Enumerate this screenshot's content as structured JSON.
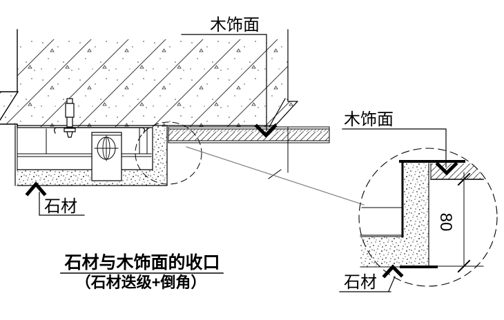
{
  "figure": {
    "label_wood_veneer": "木饰面",
    "label_stone": "石材",
    "detail_label_wood_veneer": "木饰面",
    "detail_label_stone": "石材",
    "dimension_value": "80",
    "title": "石材与木饰面的收口",
    "subtitle": "（石材迭级+倒角）",
    "colors": {
      "line": "#000000",
      "leader": "#7d7d7d",
      "background": "#ffffff"
    }
  }
}
